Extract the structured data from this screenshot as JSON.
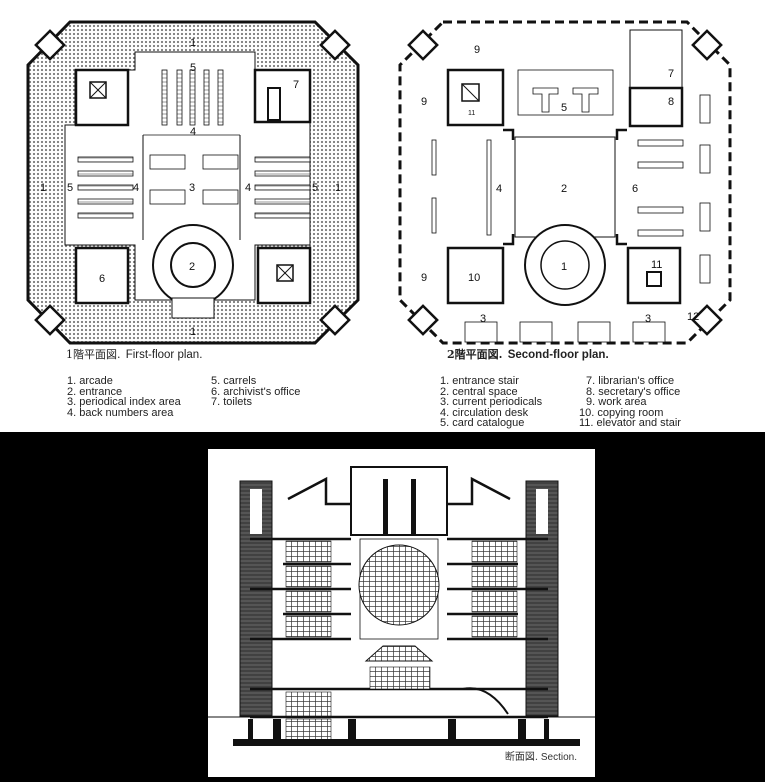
{
  "figure": {
    "panels": [
      {
        "id": "first-floor",
        "caption_jp": "1階平面図.",
        "caption_en": "First-floor plan.",
        "plan_labels": [
          "1",
          "1",
          "1",
          "1",
          "2",
          "3",
          "4",
          "4",
          "4",
          "5",
          "5",
          "5",
          "6",
          "7"
        ],
        "legend_left": [
          {
            "num": "1.",
            "text": "arcade"
          },
          {
            "num": "2.",
            "text": "entrance"
          },
          {
            "num": "3.",
            "text": "periodical index area"
          },
          {
            "num": "4.",
            "text": "back numbers area"
          }
        ],
        "legend_right": [
          {
            "num": "5.",
            "text": "carrels"
          },
          {
            "num": "6.",
            "text": "archivist's office"
          },
          {
            "num": "7.",
            "text": "toilets"
          }
        ]
      },
      {
        "id": "second-floor",
        "caption_jp": "2階平面図.",
        "caption_en": "Second-floor plan.",
        "plan_labels": [
          "1",
          "2",
          "3",
          "3",
          "4",
          "5",
          "6",
          "7",
          "8",
          "9",
          "9",
          "9",
          "10",
          "11",
          "11",
          "12"
        ],
        "legend_left": [
          {
            "num": "1.",
            "text": "entrance stair"
          },
          {
            "num": "2.",
            "text": "central space"
          },
          {
            "num": "3.",
            "text": "current periodicals"
          },
          {
            "num": "4.",
            "text": "circulation desk"
          },
          {
            "num": "5.",
            "text": "card catalogue"
          }
        ],
        "legend_right": [
          {
            "num": "7.",
            "text": "librarian's office"
          },
          {
            "num": "8.",
            "text": "secretary's office"
          },
          {
            "num": "9.",
            "text": "work area"
          },
          {
            "num": "10.",
            "text": "copying room"
          },
          {
            "num": "11.",
            "text": "elevator and stair"
          }
        ]
      },
      {
        "id": "section",
        "caption_jp": "断面図.",
        "caption_en": "Section."
      }
    ],
    "colors": {
      "background": "#000000",
      "paper": "#ffffff",
      "ink": "#111111",
      "hatch": "#8a8a8a"
    }
  }
}
